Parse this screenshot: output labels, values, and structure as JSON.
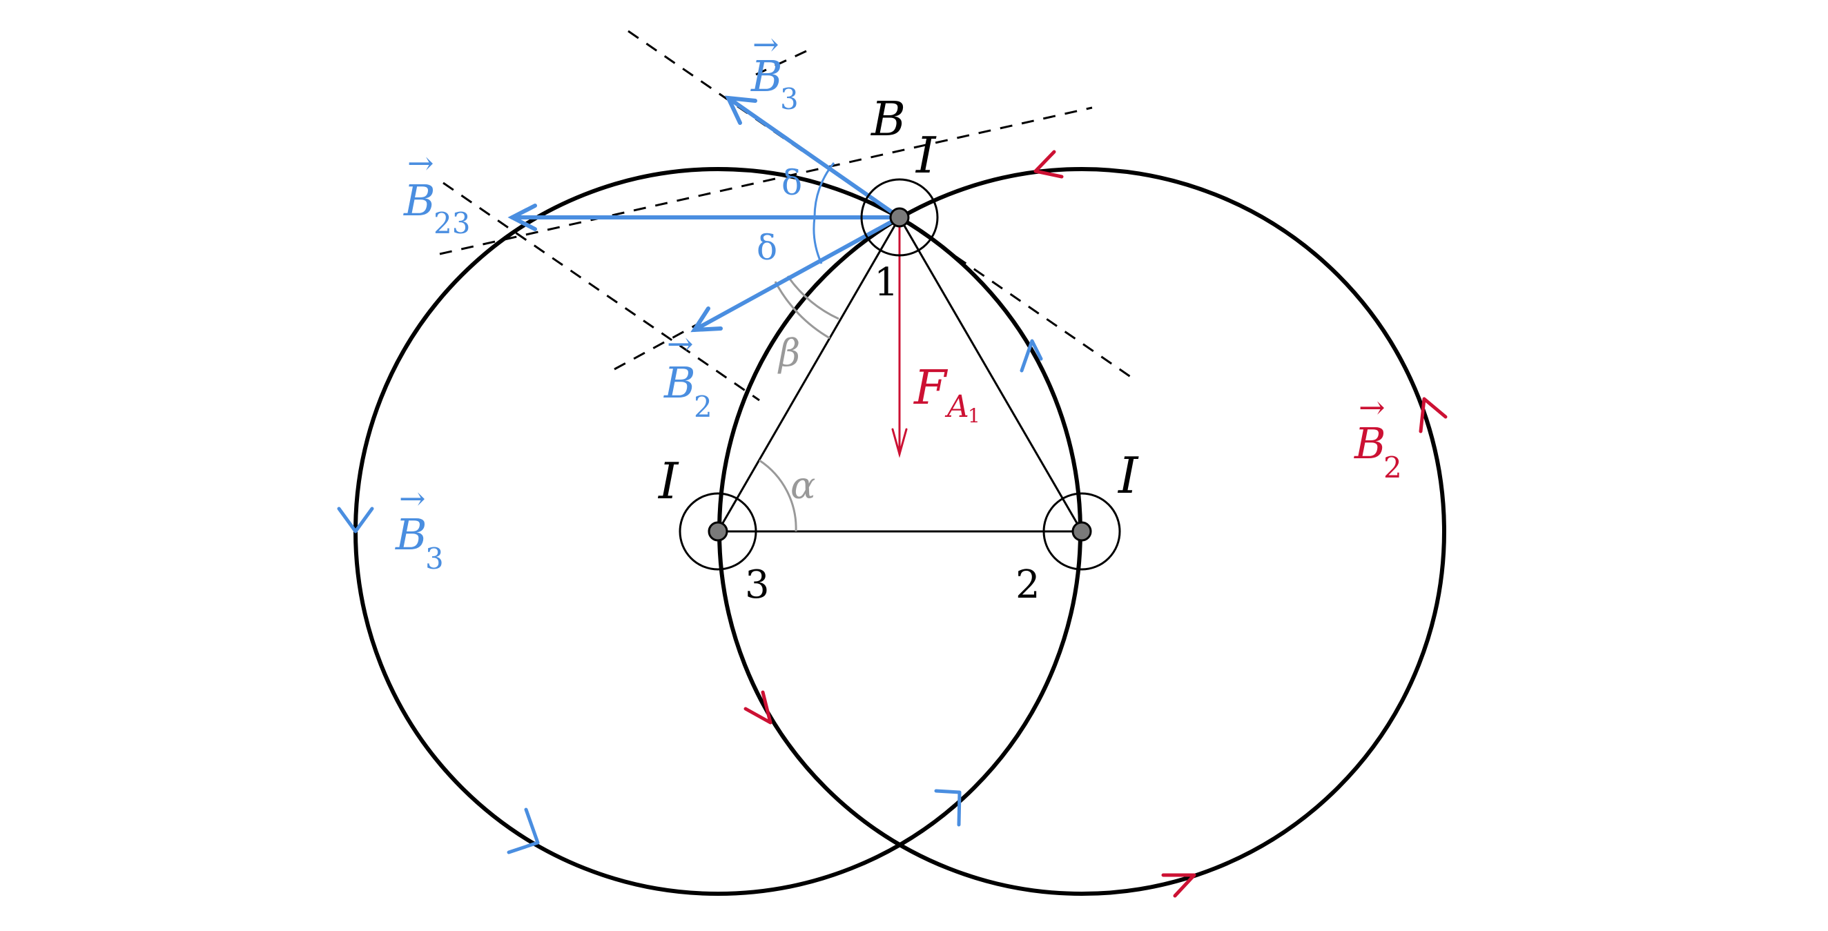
{
  "colors": {
    "black": "#000000",
    "blue": "#4a8ee0",
    "red": "#cc1133",
    "gray": "#999999",
    "dash": "#000000",
    "node_fill": "#7a7a7a"
  },
  "labels": {
    "field_B": "B",
    "current_1": "I",
    "current_2": "I",
    "current_3": "I",
    "wire_1": "1",
    "wire_2": "2",
    "wire_3": "3",
    "vec_B3_top": "B",
    "vec_B3_top_sub": "3",
    "vec_B23": "B",
    "vec_B23_sub": "23",
    "vec_B2_left": "B",
    "vec_B2_left_sub": "2",
    "vec_B3_left": "B",
    "vec_B3_left_sub": "3",
    "vec_B2_right": "B",
    "vec_B2_right_sub": "2",
    "force": "F",
    "force_sub": "A",
    "force_subsub": "1",
    "delta_1": "δ",
    "delta_2": "δ",
    "beta": "β",
    "alpha": "α",
    "arrow_glyph": "→"
  }
}
